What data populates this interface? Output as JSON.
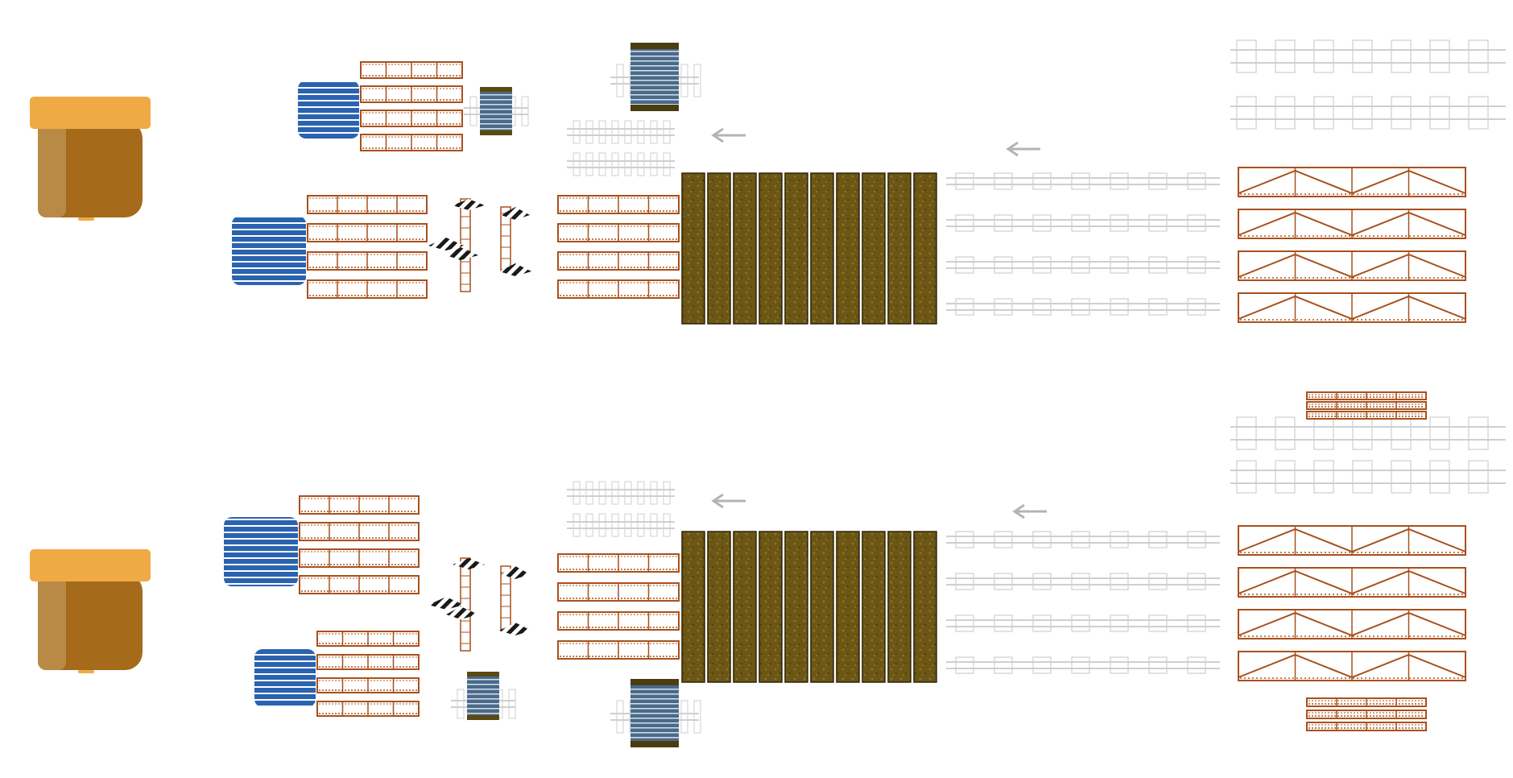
{
  "scene": {
    "background_color": "#ffffff",
    "lanes": [
      {
        "id": "upper",
        "depot": {
          "icon": "depot-bin-icon"
        },
        "conveyors_left_large": {
          "count": 4,
          "icon": "conveyor-segment-icon"
        },
        "conveyors_left_small": {
          "count": 4,
          "icon": "conveyor-segment-icon"
        },
        "conveyors_middle": {
          "count": 4,
          "icon": "conveyor-segment-icon"
        },
        "storage_tanks": [
          {
            "size": "large"
          },
          {
            "size": "medium"
          }
        ],
        "platform_tiles": {
          "count": 10,
          "icon": "dirt-tile-icon"
        },
        "rail_tracks_right": {
          "count": 4
        },
        "rail_tracks_top": {
          "count": 2
        },
        "truss_bridges": {
          "count": 4
        },
        "direction_arrows": [
          {
            "glyph": "←"
          },
          {
            "glyph": "←"
          }
        ]
      },
      {
        "id": "lower",
        "depot": {
          "icon": "depot-bin-icon"
        },
        "conveyors_left_large": {
          "count": 4,
          "icon": "conveyor-segment-icon"
        },
        "conveyors_left_small": {
          "count": 4,
          "icon": "conveyor-segment-icon"
        },
        "conveyors_middle": {
          "count": 4,
          "icon": "conveyor-segment-icon"
        },
        "storage_tanks": [
          {
            "size": "large"
          },
          {
            "size": "medium"
          }
        ],
        "platform_tiles": {
          "count": 10,
          "icon": "dirt-tile-icon"
        },
        "rail_tracks_right": {
          "count": 4
        },
        "rail_tracks_top": {
          "count": 2
        },
        "truss_bridges": {
          "count": 4
        },
        "small_conveyor_stacks": {
          "count": 2
        },
        "direction_arrows": [
          {
            "glyph": "←"
          },
          {
            "glyph": "←"
          }
        ]
      }
    ],
    "colors": {
      "depot_lid": "#f0aa45",
      "depot_body": "#a56b1a",
      "tank_blue": "#2a63b0",
      "conveyor_brown": "#a8501c",
      "dirt": "#6b5616",
      "rail_gray": "#cfcfcf",
      "arrow_gray": "#b4b4b4",
      "hazard_black": "#1a1a1a"
    }
  }
}
